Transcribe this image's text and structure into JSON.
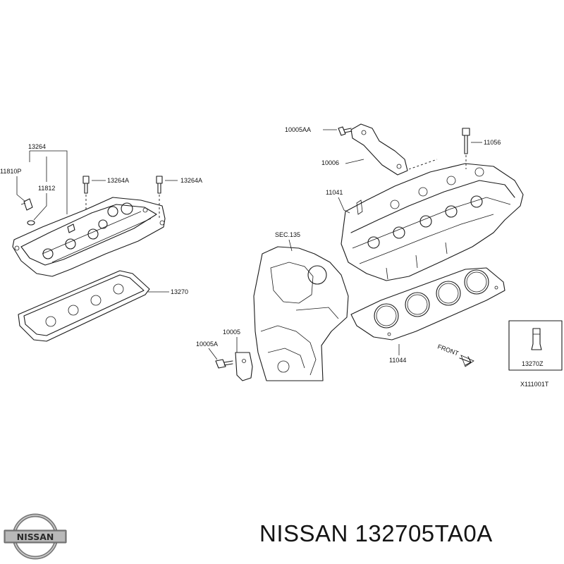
{
  "diagram": {
    "labels": {
      "p13264": "13264",
      "p11810p": "11810P",
      "p11812": "11812",
      "p13264a_1": "13264A",
      "p13264a_2": "13264A",
      "p13270": "13270",
      "p10005aa": "10005AA",
      "p10006": "10006",
      "p11056": "11056",
      "p11041": "11041",
      "psec135": "SEC.135",
      "p10005": "10005",
      "p10005a": "10005A",
      "p11044": "11044",
      "pfront": "FRONT",
      "p13270z": "13270Z",
      "ref": "X111001T"
    }
  },
  "caption": {
    "logo_text": "NISSAN",
    "title": "NISSAN 132705TA0A"
  }
}
